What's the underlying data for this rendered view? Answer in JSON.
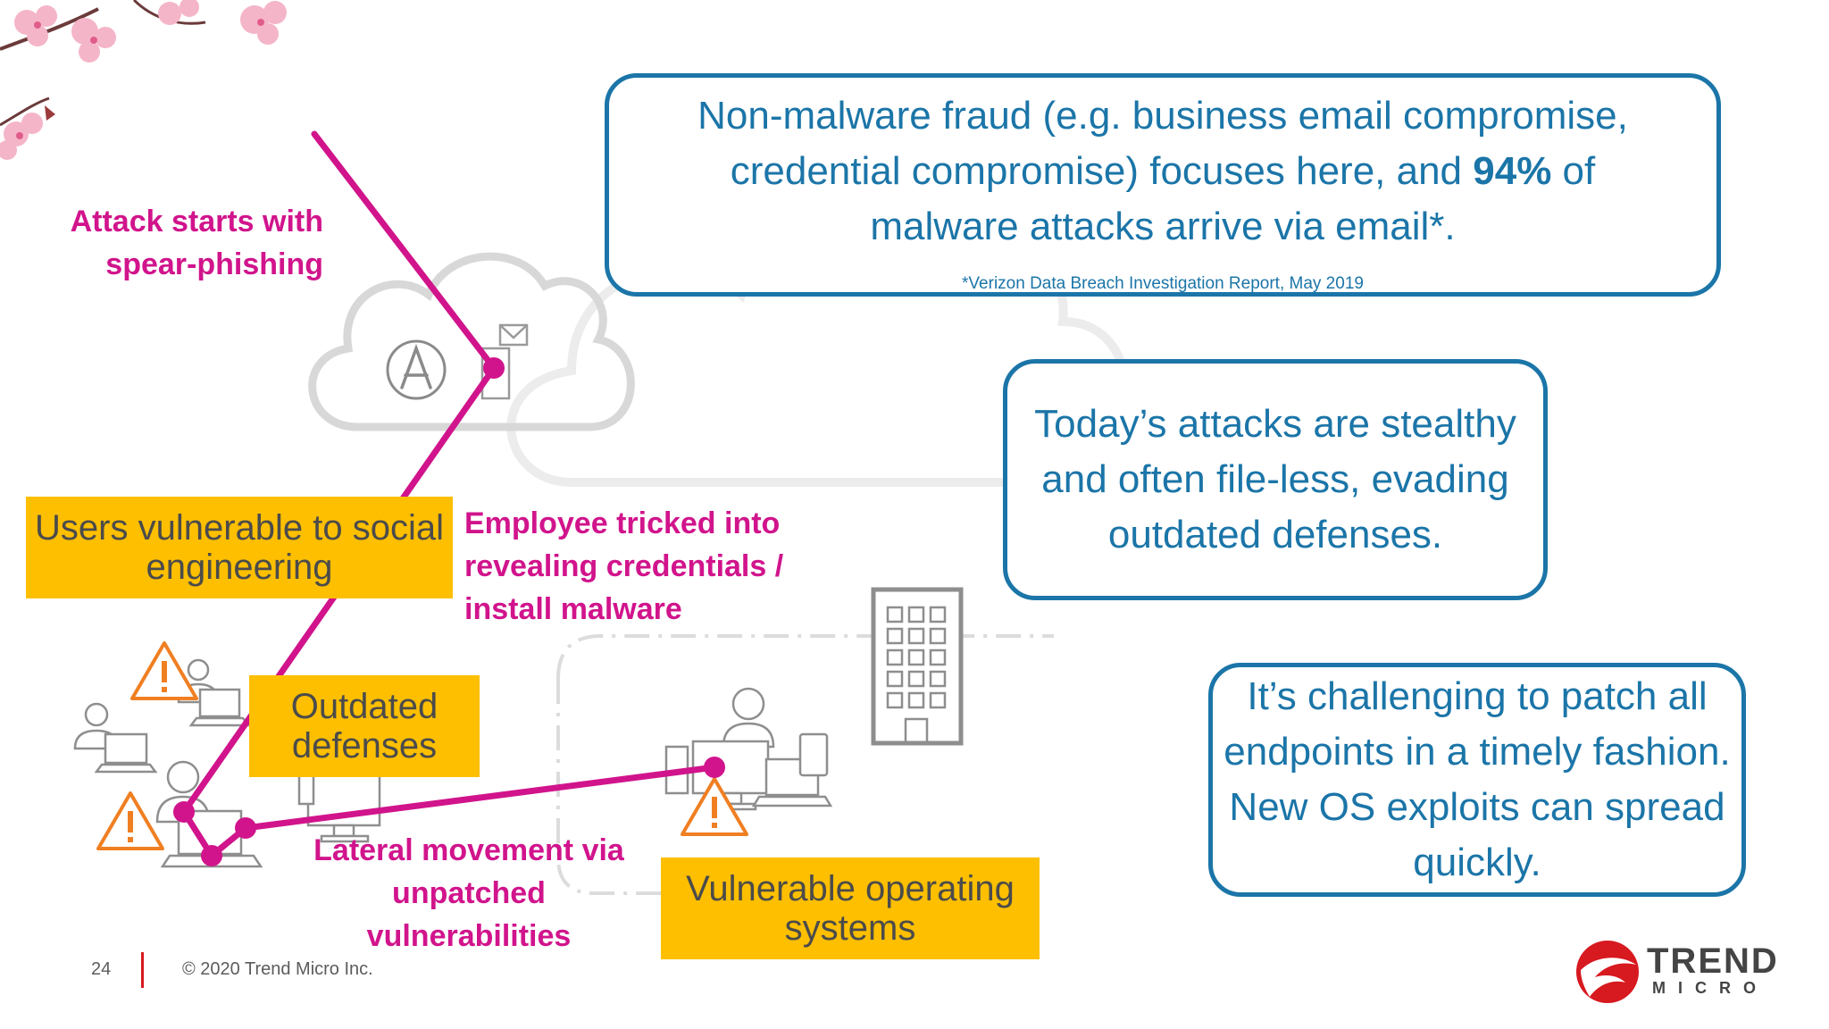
{
  "callouts": {
    "email": {
      "line1": "Non-malware fraud (e.g. business email compromise,",
      "line2_pre": "credential compromise) focuses here, and ",
      "line2_bold": "94%",
      "line2_post": " of",
      "line3": "malware attacks arrive via email*.",
      "footnote": "*Verizon Data Breach Investigation Report, May 2019"
    },
    "stealthy": "Today’s attacks are stealthy and often file-less, evading outdated defenses.",
    "patch": "It’s challenging to patch all endpoints in a timely fashion. New OS exploits can spread quickly."
  },
  "yellow_boxes": {
    "users": "Users vulnerable to social engineering",
    "outdated": "Outdated defenses",
    "os": "Vulnerable operating systems"
  },
  "magenta_labels": {
    "attack": "Attack starts with spear-phishing",
    "employee": "Employee tricked into revealing credentials / install malware",
    "lateral": "Lateral movement via unpatched vulnerabilities"
  },
  "footer": {
    "page_number": "24",
    "copyright": "© 2020 Trend Micro Inc."
  },
  "logo": {
    "word1": "TREND",
    "word2": "MICRO"
  },
  "colors": {
    "callout_blue": "#1b75a8",
    "highlight_yellow": "#fdbf00",
    "attack_magenta": "#d1148c",
    "warning_orange": "#f07f22",
    "logo_red": "#d71920"
  },
  "icons": [
    "cherry-blossom-icon",
    "cloud-icon",
    "app-store-icon",
    "email-icon",
    "document-icon",
    "office-building-icon",
    "user-icon",
    "laptop-icon",
    "desktop-icon",
    "mobile-device-icon",
    "warning-icon",
    "trend-micro-ball-icon"
  ]
}
